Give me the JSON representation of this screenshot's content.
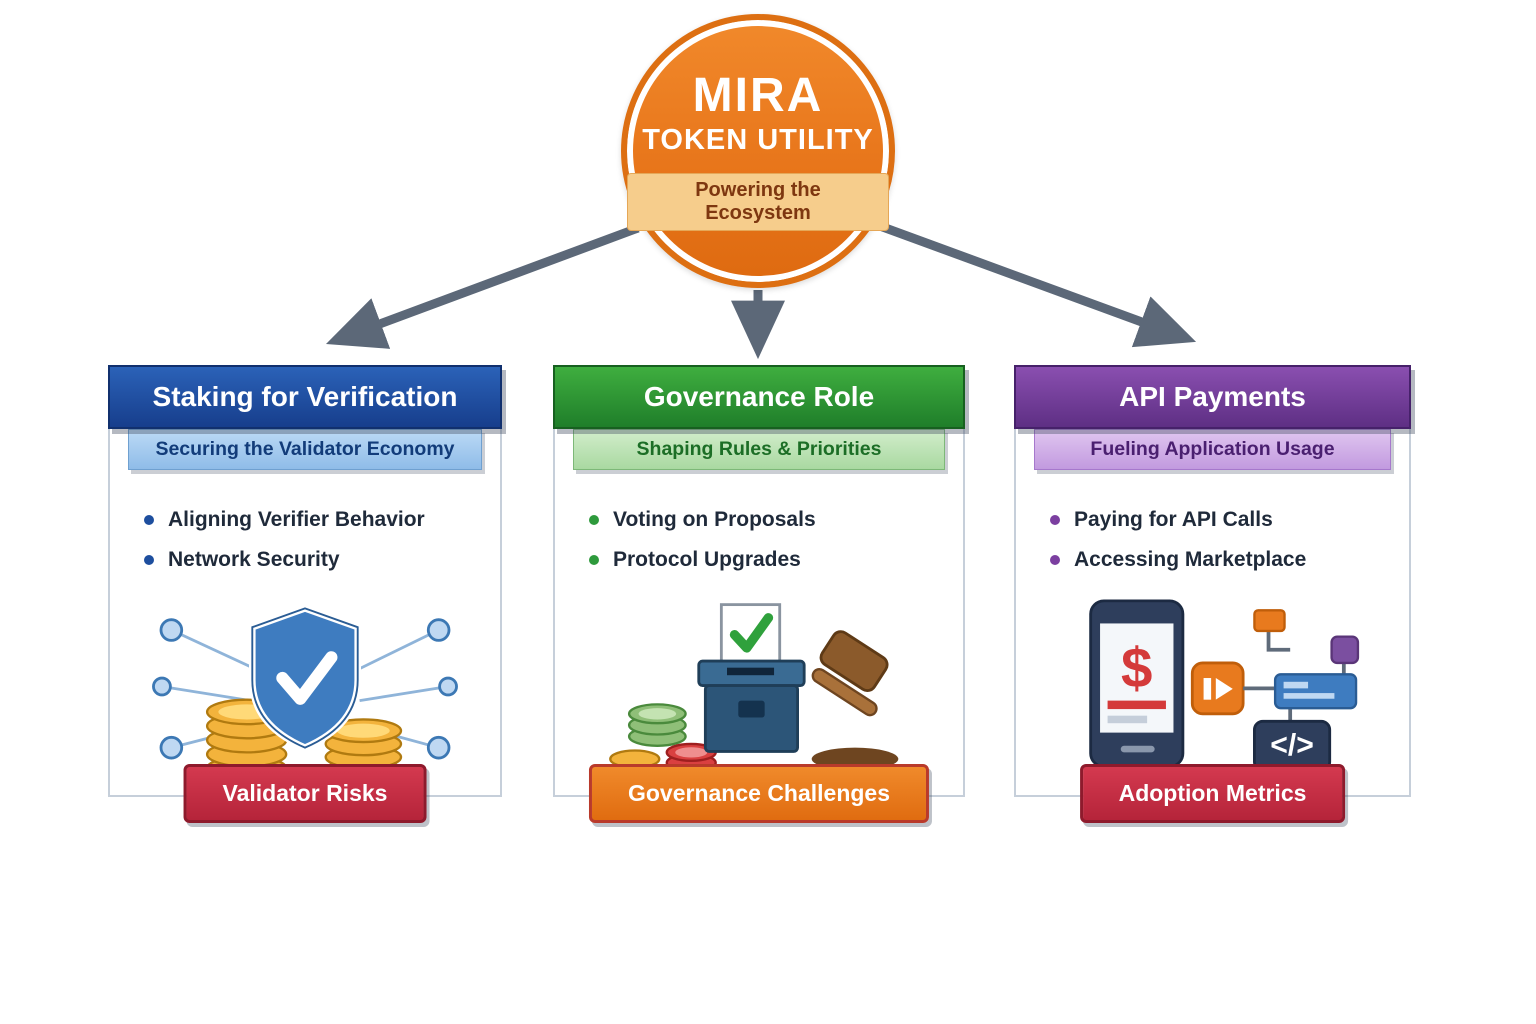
{
  "hub": {
    "title_line1": "MIRA",
    "title_line2": "TOKEN UTILITY",
    "subtitle": "Powering the Ecosystem"
  },
  "colors": {
    "hub_orange": "#E8761B",
    "arrow_gray": "#5C6878",
    "card1_accent": "#1D4E9E",
    "card2_accent": "#2E9A3C",
    "card3_accent": "#7B3FA0",
    "footer_red": "#C9334A",
    "footer_orange": "#E8791E"
  },
  "cards": [
    {
      "title": "Staking for Verification",
      "subtitle": "Securing the Validator Economy",
      "bullets": [
        "Aligning Verifier Behavior",
        "Network Security"
      ],
      "footer": "Validator Risks",
      "icon": "shield-coins-network-icon"
    },
    {
      "title": "Governance Role",
      "subtitle": "Shaping Rules & Priorities",
      "bullets": [
        "Voting on Proposals",
        "Protocol Upgrades"
      ],
      "footer": "Governance Challenges",
      "icon": "ballot-box-gavel-icon"
    },
    {
      "title": "API Payments",
      "subtitle": "Fueling Application Usage",
      "bullets": [
        "Paying for API Calls",
        "Accessing Marketplace"
      ],
      "footer": "Adoption Metrics",
      "icon": "phone-api-flow-icon"
    }
  ]
}
